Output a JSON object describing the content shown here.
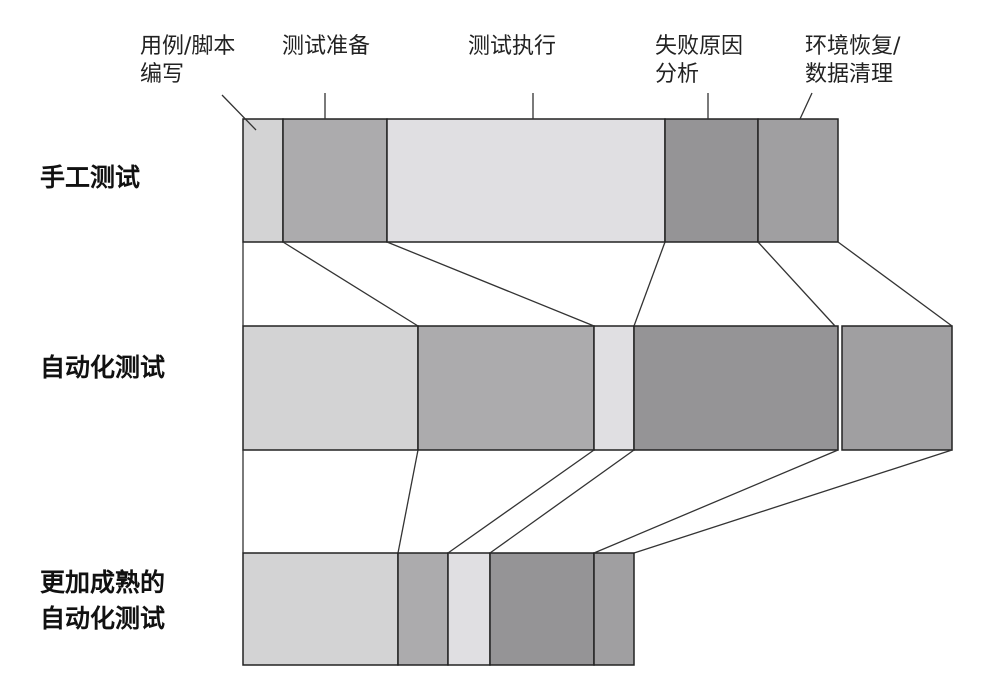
{
  "phases": [
    {
      "line1": "用例/脚本",
      "line2": "编写",
      "color": "#d3d3d4"
    },
    {
      "line1": "测试准备",
      "line2": "",
      "color": "#acabad"
    },
    {
      "line1": "测试执行",
      "line2": "",
      "color": "#e0dfe2"
    },
    {
      "line1": "失败原因",
      "line2": "分析",
      "color": "#959496"
    },
    {
      "line1": "环境恢复/",
      "line2": "数据清理",
      "color": "#a09fa1"
    }
  ],
  "rows": [
    {
      "line1": "手工测试",
      "line2": ""
    },
    {
      "line1": "自动化测试",
      "line2": ""
    },
    {
      "line1": "更加成熟的",
      "line2": "自动化测试"
    }
  ]
}
